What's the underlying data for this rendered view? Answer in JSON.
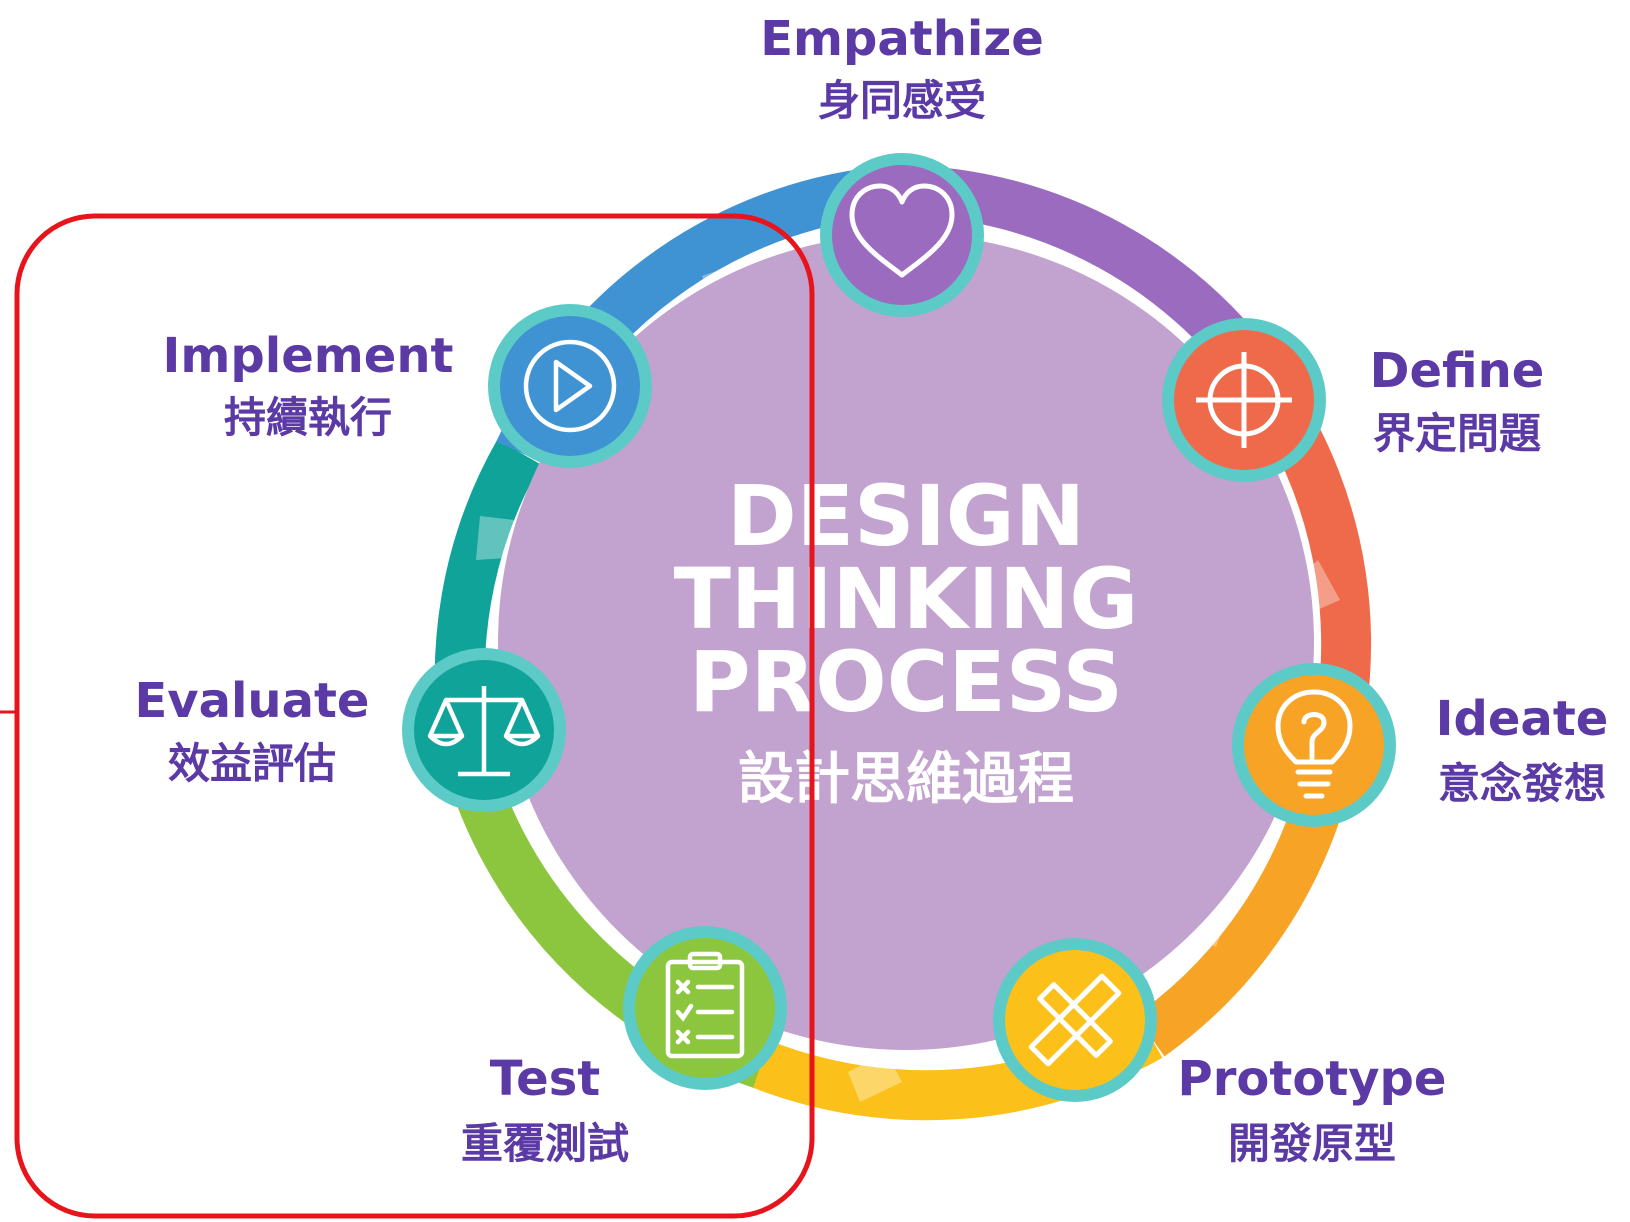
{
  "center": {
    "lines": [
      "DESIGN",
      "THINKING",
      "PROCESS"
    ],
    "zh": "設計思維過程"
  },
  "stages": [
    {
      "key": "empathize",
      "en": "Empathize",
      "zh": "身同感受",
      "icon": "heart-icon",
      "color": "#9b6bbf"
    },
    {
      "key": "define",
      "en": "Define",
      "zh": "界定問題",
      "icon": "crosshair-target-icon",
      "color": "#ef6a4a"
    },
    {
      "key": "ideate",
      "en": "Ideate",
      "zh": "意念發想",
      "icon": "lightbulb-icon",
      "color": "#f7a326"
    },
    {
      "key": "prototype",
      "en": "Prototype",
      "zh": "開發原型",
      "icon": "ruler-pencil-icon",
      "color": "#fbc01a"
    },
    {
      "key": "test",
      "en": "Test",
      "zh": "重覆測試",
      "icon": "checklist-clipboard-icon",
      "color": "#8cc63f"
    },
    {
      "key": "evaluate",
      "en": "Evaluate",
      "zh": "效益評估",
      "icon": "balance-scale-icon",
      "color": "#0fa39a"
    },
    {
      "key": "implement",
      "en": "Implement",
      "zh": "持續執行",
      "icon": "play-icon",
      "color": "#3f93d3"
    }
  ],
  "colors": {
    "label_text": "#5b3aa5",
    "center_fill": "#c2a2cf",
    "center_text": "#ffffff",
    "node_ring": "#5ccac7",
    "highlight_box": "#e8141b"
  }
}
